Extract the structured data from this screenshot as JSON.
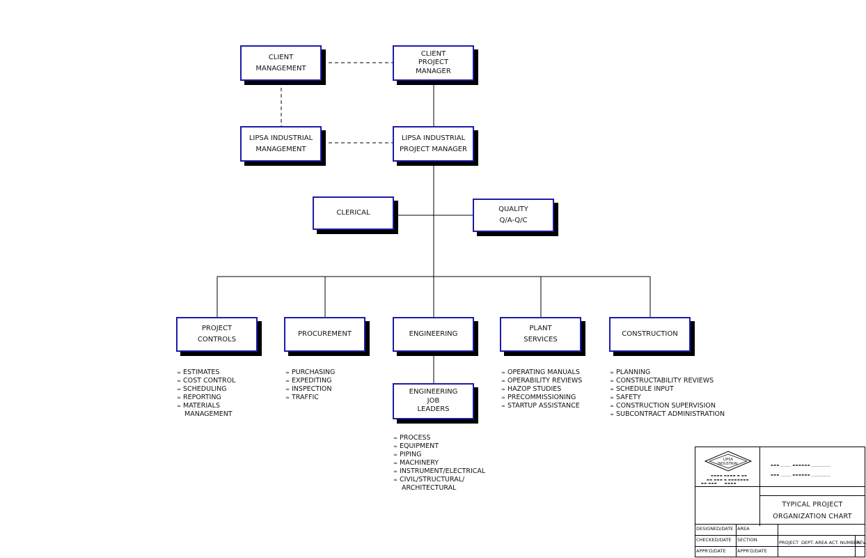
{
  "boxes": {
    "client_management": [
      "CLIENT",
      "MANAGEMENT"
    ],
    "client_project_manager": [
      "CLIENT",
      "PROJECT",
      "MANAGER"
    ],
    "lipsa_management": [
      "LIPSA INDUSTRIAL",
      "MANAGEMENT"
    ],
    "lipsa_project_manager": [
      "LIPSA INDUSTRIAL",
      "PROJECT MANAGER"
    ],
    "clerical": [
      "CLERICAL"
    ],
    "quality": [
      "QUALITY",
      "Q/A-Q/C"
    ],
    "project_controls": [
      "PROJECT",
      "CONTROLS"
    ],
    "procurement": [
      "PROCUREMENT"
    ],
    "engineering": [
      "ENGINEERING"
    ],
    "plant_services": [
      "PLANT",
      "SERVICES"
    ],
    "construction": [
      "CONSTRUCTION"
    ],
    "engineering_job_leaders": [
      "ENGINEERING",
      "JOB",
      "LEADERS"
    ]
  },
  "tasks": {
    "project_controls": [
      "ESTIMATES",
      "COST CONTROL",
      "SCHEDULING",
      "REPORTING",
      "MATERIALS",
      " MANAGEMENT"
    ],
    "procurement": [
      "PURCHASING",
      "EXPEDITING",
      "INSPECTION",
      "TRAFFIC"
    ],
    "engineering": [
      "PROCESS",
      "EQUIPMENT",
      "PIPING",
      "MACHINERY",
      "INSTRUMENT/ELECTRICAL",
      "CIVIL/STRUCTURAL/",
      " ARCHITECTURAL"
    ],
    "plant_services": [
      "OPERATING MANUALS",
      "OPERABILITY REVIEWS",
      "HAZOP STUDIES",
      "PRECOMMISSIONING",
      "STARTUP ASSISTANCE"
    ],
    "construction": [
      "PLANNING",
      "CONSTRUCTABILITY REVIEWS",
      "SCHEDULE INPUT",
      "SAFETY",
      "CONSTRUCTION SUPERVISION",
      "SUBCONTRACT ADMINISTRATION"
    ]
  },
  "title_block": {
    "logo_text": "LIPSA INDUSTRIAL",
    "title_line1": "TYPICAL PROJECT",
    "title_line2": "ORGANIZATION CHART",
    "designed_date": "DESIGNED/DATE",
    "checked_date": "CHECKED/DATE",
    "apprd_date": "APPR'D/DATE",
    "area": "AREA",
    "section": "SECTION",
    "apprd_date_2": "APPR'D/DATE",
    "project": "PROJECT",
    "dept": "DEPT.",
    "area_act_number": "AREA ACT. NUMBER",
    "rev": "REV."
  },
  "colors": {
    "box_border": "#1a1aa8",
    "shadow": "#000000",
    "line": "#000000"
  }
}
